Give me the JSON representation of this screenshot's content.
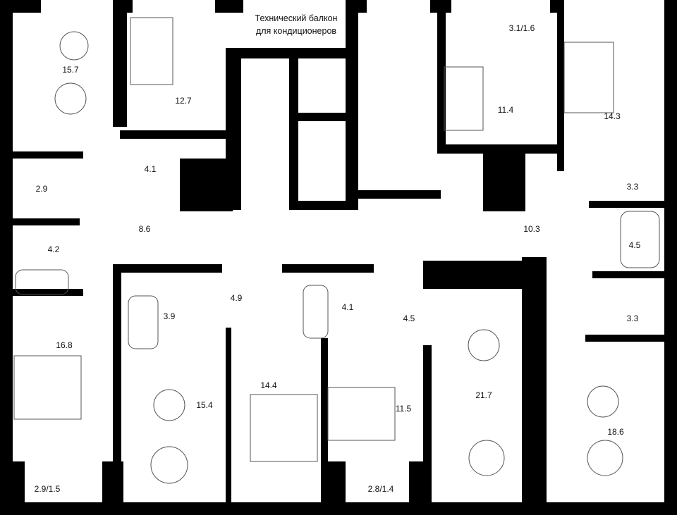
{
  "technical_balcony": {
    "line1": "Технический балкон",
    "line2": "для кондиционеров"
  },
  "rooms": [
    {
      "label": "15.7"
    },
    {
      "label": "12.7"
    },
    {
      "label": "4.1"
    },
    {
      "label": "2.9"
    },
    {
      "label": "4.2"
    },
    {
      "label": "8.6"
    },
    {
      "label": "3.9"
    },
    {
      "label": "4.9"
    },
    {
      "label": "4.1"
    },
    {
      "label": "4.5"
    },
    {
      "label": "16.8"
    },
    {
      "label": "15.4"
    },
    {
      "label": "14.4"
    },
    {
      "label": "11.5"
    },
    {
      "label": "21.7"
    },
    {
      "label": "18.6"
    },
    {
      "label": "2.9/1.5"
    },
    {
      "label": "2.8/1.4"
    },
    {
      "label": "3.1/1.6"
    },
    {
      "label": "11.4"
    },
    {
      "label": "14.3"
    },
    {
      "label": "3.3"
    },
    {
      "label": "10.3"
    },
    {
      "label": "4.5"
    },
    {
      "label": "3.3"
    }
  ],
  "colors": {
    "wall": "#000000",
    "background": "#ffffff",
    "furniture": "#555555"
  }
}
